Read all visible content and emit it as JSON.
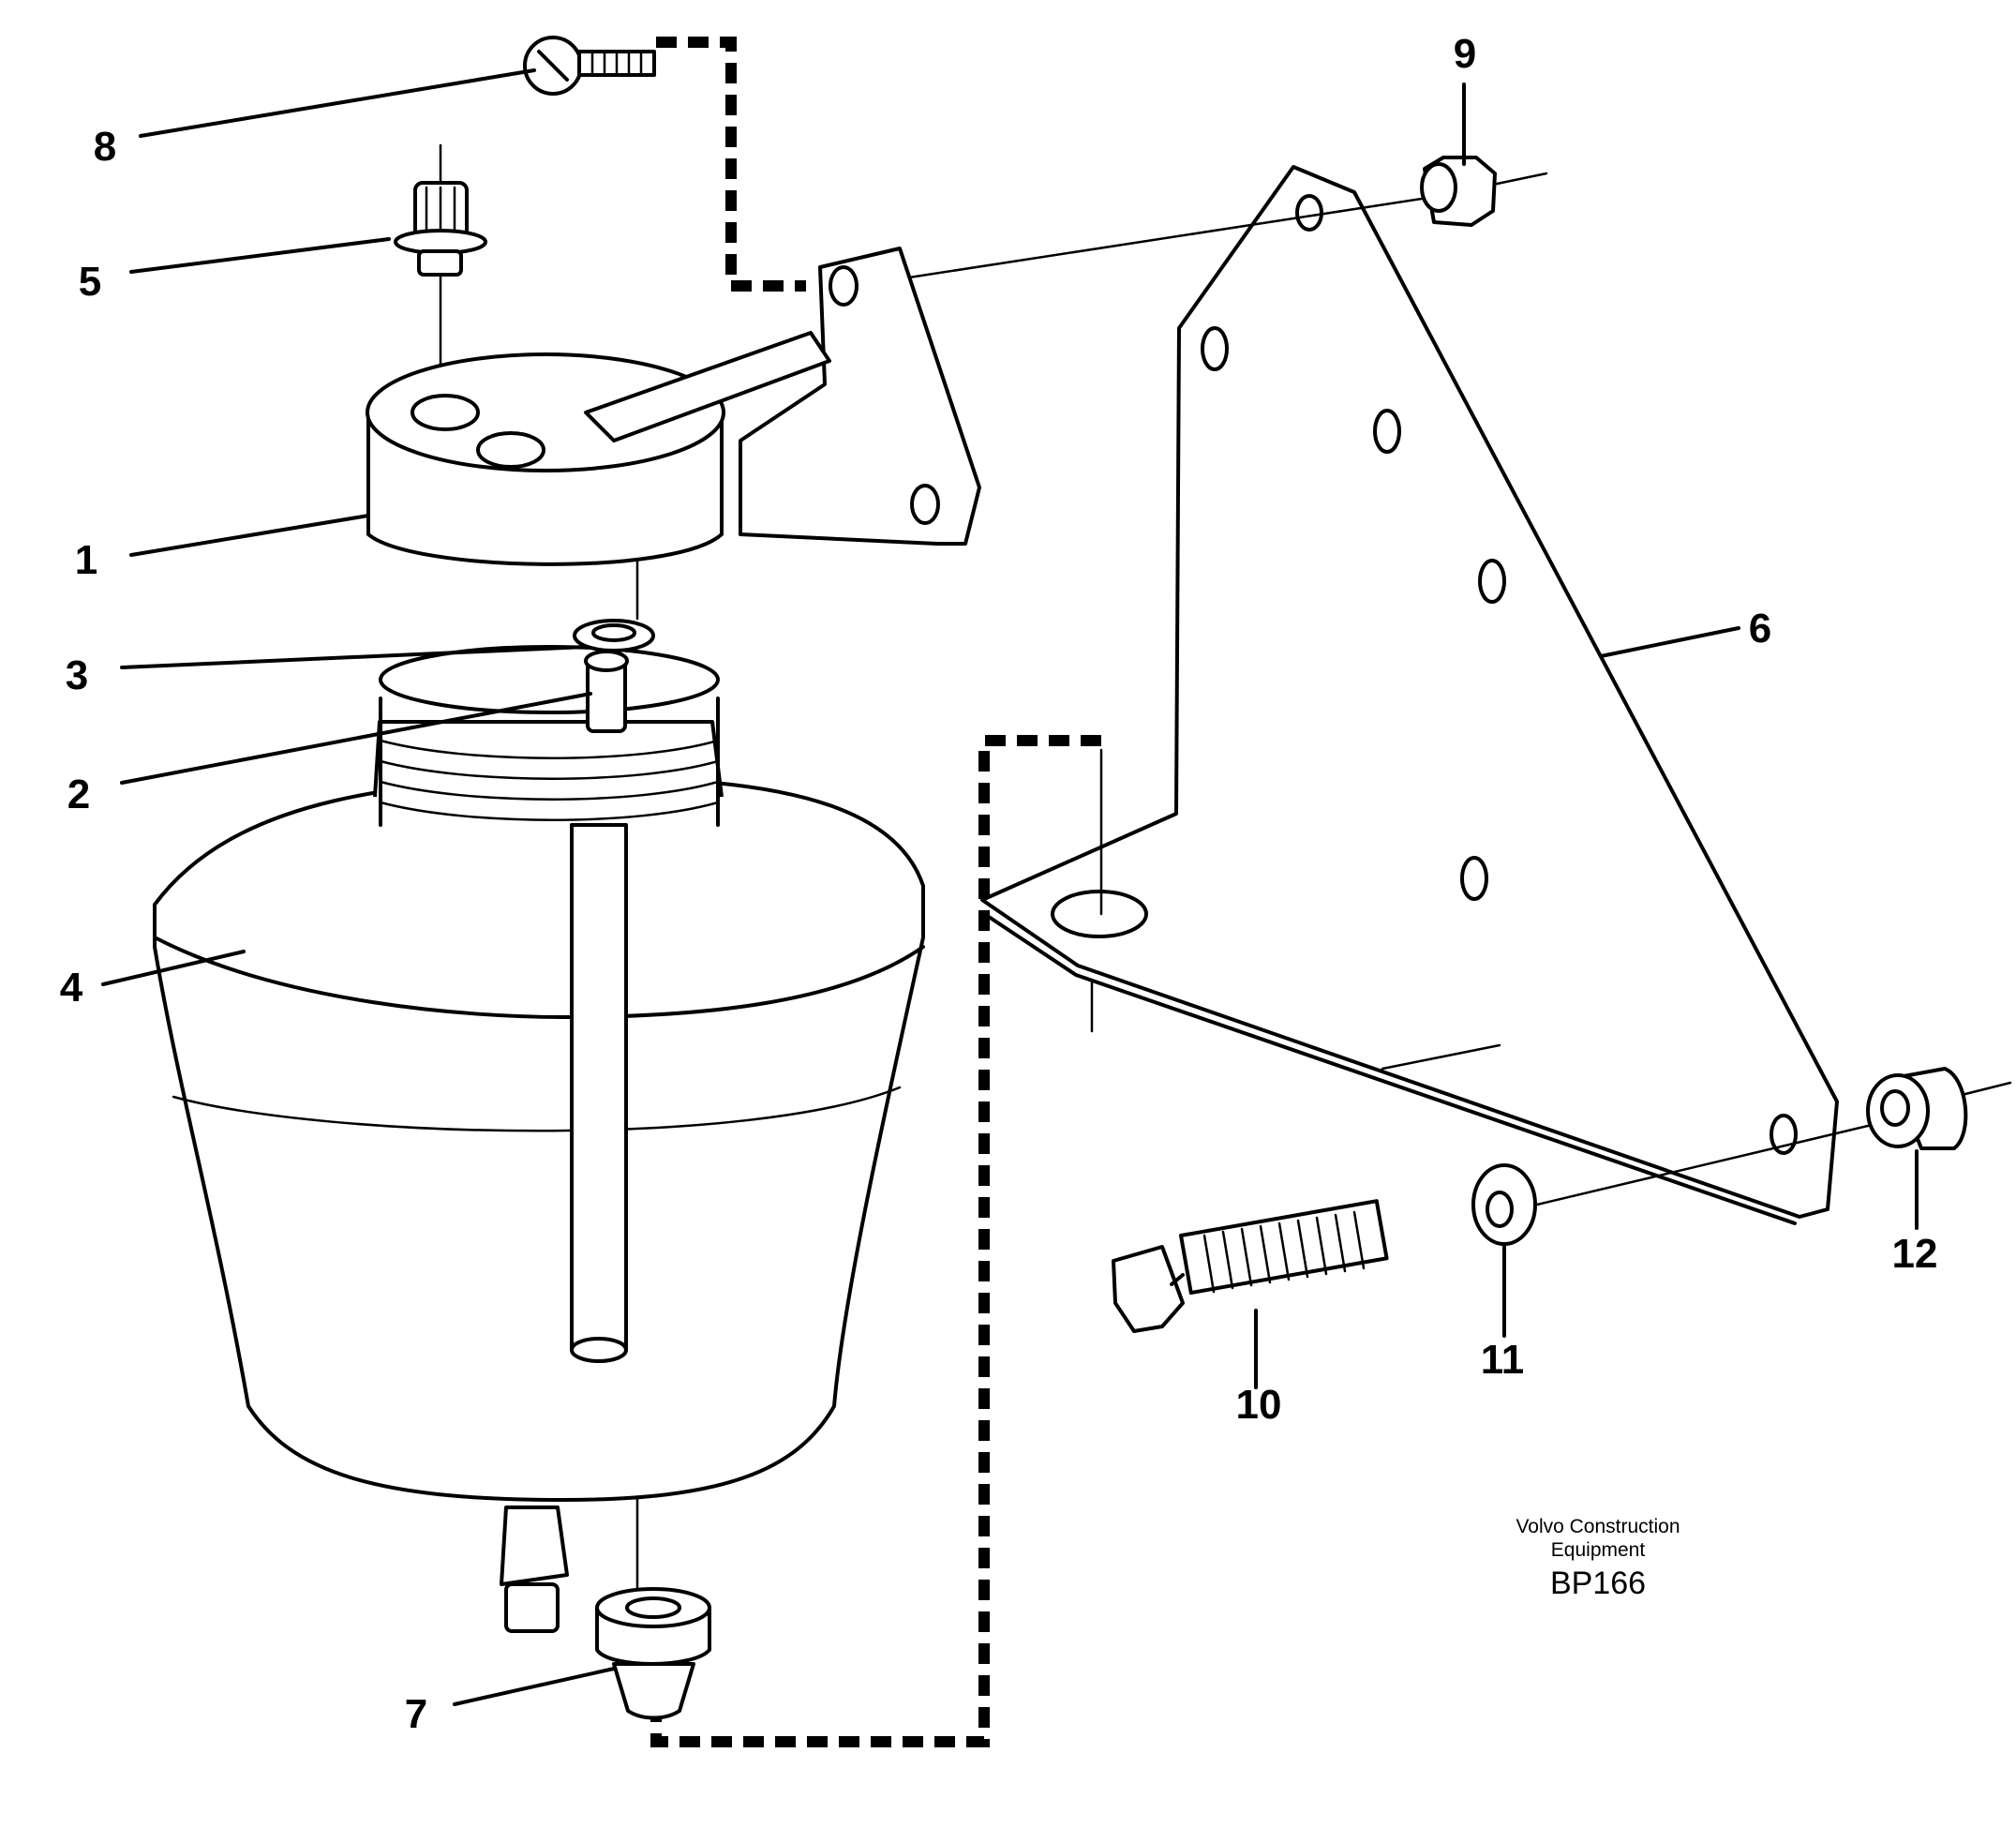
{
  "callouts": [
    "1",
    "2",
    "3",
    "4",
    "5",
    "6",
    "7",
    "8",
    "9",
    "10",
    "11",
    "12"
  ],
  "caption": {
    "line1": "Volvo Construction",
    "line2": "Equipment",
    "code": "BP166"
  }
}
